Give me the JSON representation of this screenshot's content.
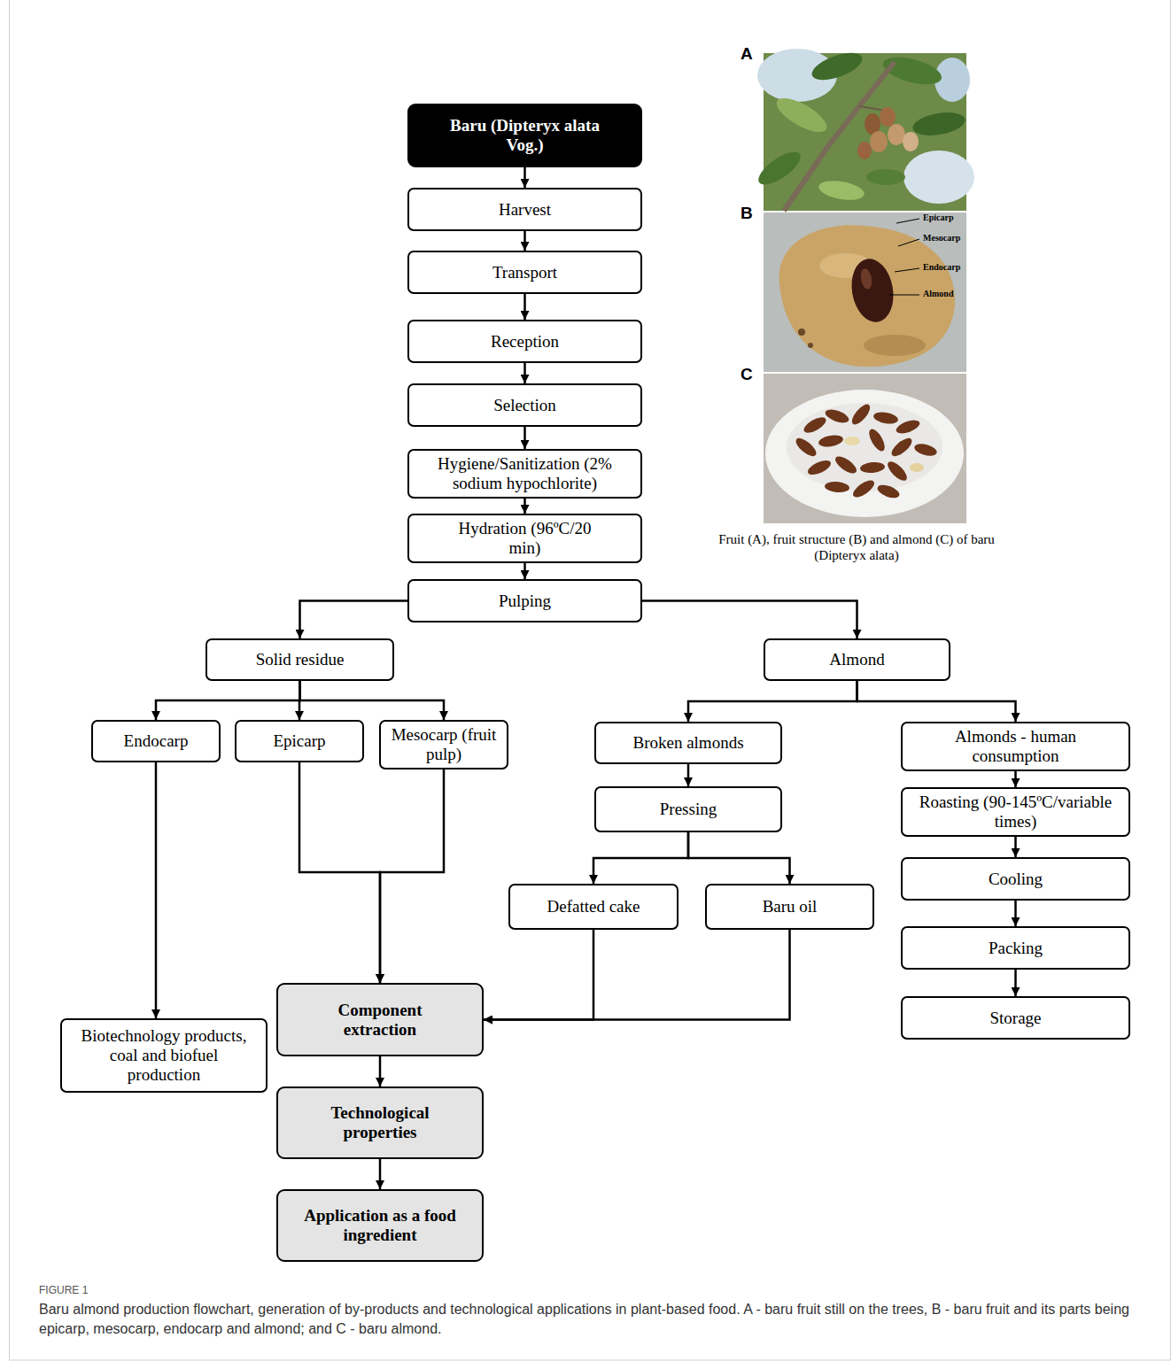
{
  "diagram": {
    "caption": "Baru almond production flowchart, generation of by-products and technological applications in plant-based food. A - baru fruit still on the trees, B - baru fruit and its parts being epicarp, mesocarp, endocarp and almond; and C - baru almond.",
    "nodes": [
      {
        "text": [
          "Baru (Dipteryx alata Vog.)"
        ]
      },
      {
        "text": [
          "Harvest"
        ]
      },
      {
        "text": [
          "Transport"
        ]
      },
      {
        "text": [
          "Reception"
        ]
      },
      {
        "text": [
          "Selection"
        ]
      },
      {
        "text": [
          "Hygiene/Sanitization (2% sodium hypochlorite)"
        ]
      },
      {
        "text": [
          "Hydration (96ºC/20 min)"
        ]
      },
      {
        "text": [
          "Pulping"
        ]
      },
      {
        "text": [
          "Solid residue"
        ]
      },
      {
        "text": [
          "Almond"
        ]
      },
      {
        "text": [
          "Endocarp"
        ]
      },
      {
        "text": [
          "Epicarp"
        ]
      },
      {
        "text": [
          "Mesocarp (fruit pulp)"
        ]
      },
      {
        "text": [
          "Broken almonds"
        ]
      },
      {
        "text": [
          "Almonds - human consumption"
        ]
      },
      {
        "text": [
          "Pressing"
        ]
      },
      {
        "text": [
          "Roasting (90-145ºC/variable times)"
        ]
      },
      {
        "text": [
          "Defatted cake"
        ]
      },
      {
        "text": [
          "Baru oil"
        ]
      },
      {
        "text": [
          "Cooling"
        ]
      },
      {
        "text": [
          "Component extraction"
        ]
      },
      {
        "text": [
          "Packing"
        ]
      },
      {
        "text": [
          "Biotechnology products, coal and biofuel production"
        ]
      },
      {
        "text": [
          "Storage"
        ]
      },
      {
        "text": [
          "Technological properties"
        ]
      },
      {
        "text": [
          "Application as a food ingredient"
        ]
      }
    ],
    "edges": [
      {
        "from": 0,
        "to": 1,
        "arrow": "to"
      },
      {
        "from": 1,
        "to": 2,
        "arrow": "to"
      },
      {
        "from": 2,
        "to": 3,
        "arrow": "to"
      },
      {
        "from": 3,
        "to": 4,
        "arrow": "to"
      },
      {
        "from": 4,
        "to": 5,
        "arrow": "to"
      },
      {
        "from": 5,
        "to": 6,
        "arrow": "to"
      },
      {
        "from": 6,
        "to": 7,
        "arrow": "to"
      },
      {
        "from": 7,
        "to": 8,
        "arrow": "to"
      },
      {
        "from": 7,
        "to": 9,
        "arrow": "to"
      },
      {
        "from": 8,
        "to": 10,
        "arrow": "to"
      },
      {
        "from": 8,
        "to": 11,
        "arrow": "to"
      },
      {
        "from": 8,
        "to": 12,
        "arrow": "to"
      },
      {
        "from": 9,
        "to": 13,
        "arrow": "to"
      },
      {
        "from": 9,
        "to": 14,
        "arrow": "to"
      },
      {
        "from": 13,
        "to": 15,
        "arrow": "to"
      },
      {
        "from": 15,
        "to": 17,
        "arrow": "to"
      },
      {
        "from": 15,
        "to": 18,
        "arrow": "to"
      },
      {
        "from": 14,
        "to": 16,
        "arrow": "to"
      },
      {
        "from": 16,
        "to": 19,
        "arrow": "to"
      },
      {
        "from": 19,
        "to": 21,
        "arrow": "to"
      },
      {
        "from": 21,
        "to": 23,
        "arrow": "to"
      },
      {
        "from": 10,
        "to": 22,
        "arrow": "to"
      },
      {
        "from": 11,
        "to": 20,
        "arrow": "to"
      },
      {
        "from": 12,
        "to": 20,
        "arrow": "to"
      },
      {
        "from": 17,
        "to": 20,
        "arrow": "to"
      },
      {
        "from": 18,
        "to": 20,
        "arrow": "to"
      },
      {
        "from": 20,
        "to": 24,
        "arrow": "to"
      },
      {
        "from": 24,
        "to": 25,
        "arrow": "to"
      }
    ],
    "labels": [
      "A",
      "B",
      "C",
      "Epicarp",
      "Mesocarp",
      "Endocarp",
      "Almond",
      "Fruit (A), fruit structure (B) and almond (C) of baru (Dipteryx alata)",
      "FIGURE 1"
    ]
  }
}
